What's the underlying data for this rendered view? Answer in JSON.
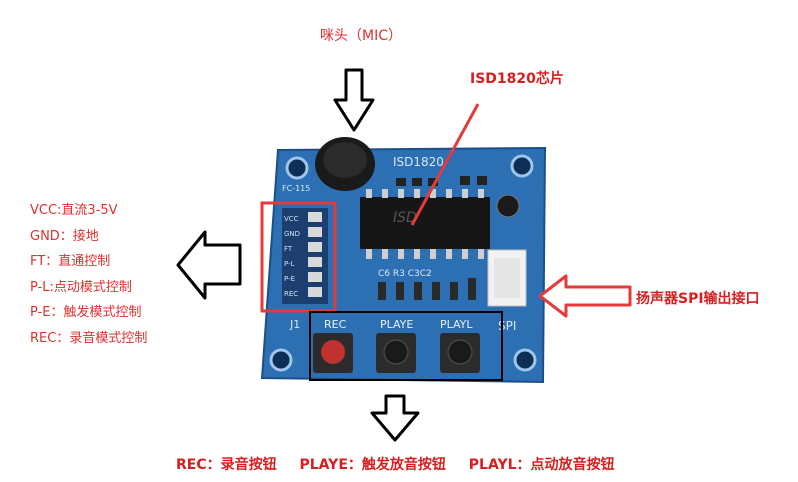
{
  "labels": {
    "mic": "咪头（MIC）",
    "chip": "ISD1820芯片",
    "speaker": "扬声器SPI输出接口"
  },
  "pins": [
    "VCC:直流3-5V",
    "GND：接地",
    "FT：直通控制",
    "P-L:点动模式控制",
    "P-E：触发模式控制",
    "REC：录音模式控制"
  ],
  "buttons_caption": [
    "REC：录音按钮",
    "PLAYE：触发放音按钮",
    "PLAYL：点动放音按钮"
  ],
  "board": {
    "chip_marking": "ISD1820",
    "fc_marking": "FC-115",
    "spi_marking": "SPI",
    "j1_marking": "J1",
    "button_rec": "REC",
    "button_playe": "PLAYE",
    "button_playl": "PLAYL",
    "chip_die": "ISD",
    "pin_headers": [
      "VCC",
      "GND",
      "FT",
      "P-L",
      "P-E",
      "REC"
    ],
    "component_row": "C6 R3 C3C2"
  },
  "colors": {
    "accent_red": "#e03030",
    "pcb_blue": "#2a6fb0"
  }
}
